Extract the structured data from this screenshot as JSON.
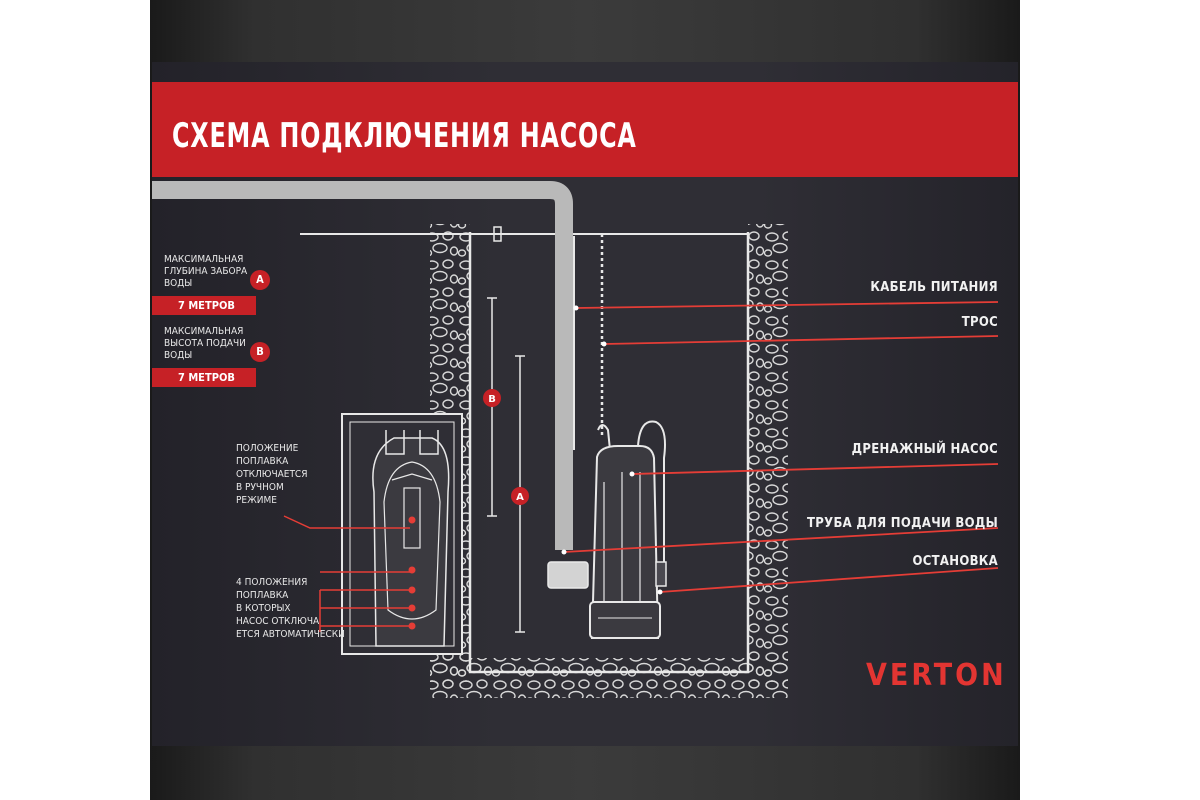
{
  "title": "СХЕМА ПОДКЛЮЧЕНИЯ НАСОСА",
  "specs": [
    {
      "caption": [
        "МАКСИМАЛЬНАЯ",
        "ГЛУБИНА ЗАБОРА",
        "ВОДЫ"
      ],
      "letter": "A",
      "value": "7 МЕТРОВ"
    },
    {
      "caption": [
        "МАКСИМАЛЬНАЯ",
        "ВЫСОТА ПОДАЧИ",
        "ВОДЫ"
      ],
      "letter": "B",
      "value": "7 МЕТРОВ"
    }
  ],
  "notes": {
    "manual_mode": [
      "ПОЛОЖЕНИЕ",
      "ПОПЛАВКА",
      "ОТКЛЮЧАЕТСЯ",
      "В РУЧНОМ",
      "РЕЖИМЕ"
    ],
    "auto_mode": [
      "4 ПОЛОЖЕНИЯ",
      "ПОПЛАВКА",
      "В КОТОРЫХ",
      "НАСОС ОТКЛЮЧА",
      "ЕТСЯ АВТОМАТИЧЕСКИ"
    ]
  },
  "callouts": [
    "КАБЕЛЬ ПИТАНИЯ",
    "ТРОС",
    "ДРЕНАЖНЫЙ НАСОС",
    "ТРУБА ДЛЯ ПОДАЧИ ВОДЫ",
    "ОСТАНОВКА"
  ],
  "dimension_markers": [
    "B",
    "A"
  ],
  "brand": {
    "name": "VERTON",
    "mark": "®"
  },
  "colors": {
    "accent": "#c62126",
    "label": "#2f2e35",
    "line": "#e8e8e8",
    "brand": "#e33532"
  }
}
